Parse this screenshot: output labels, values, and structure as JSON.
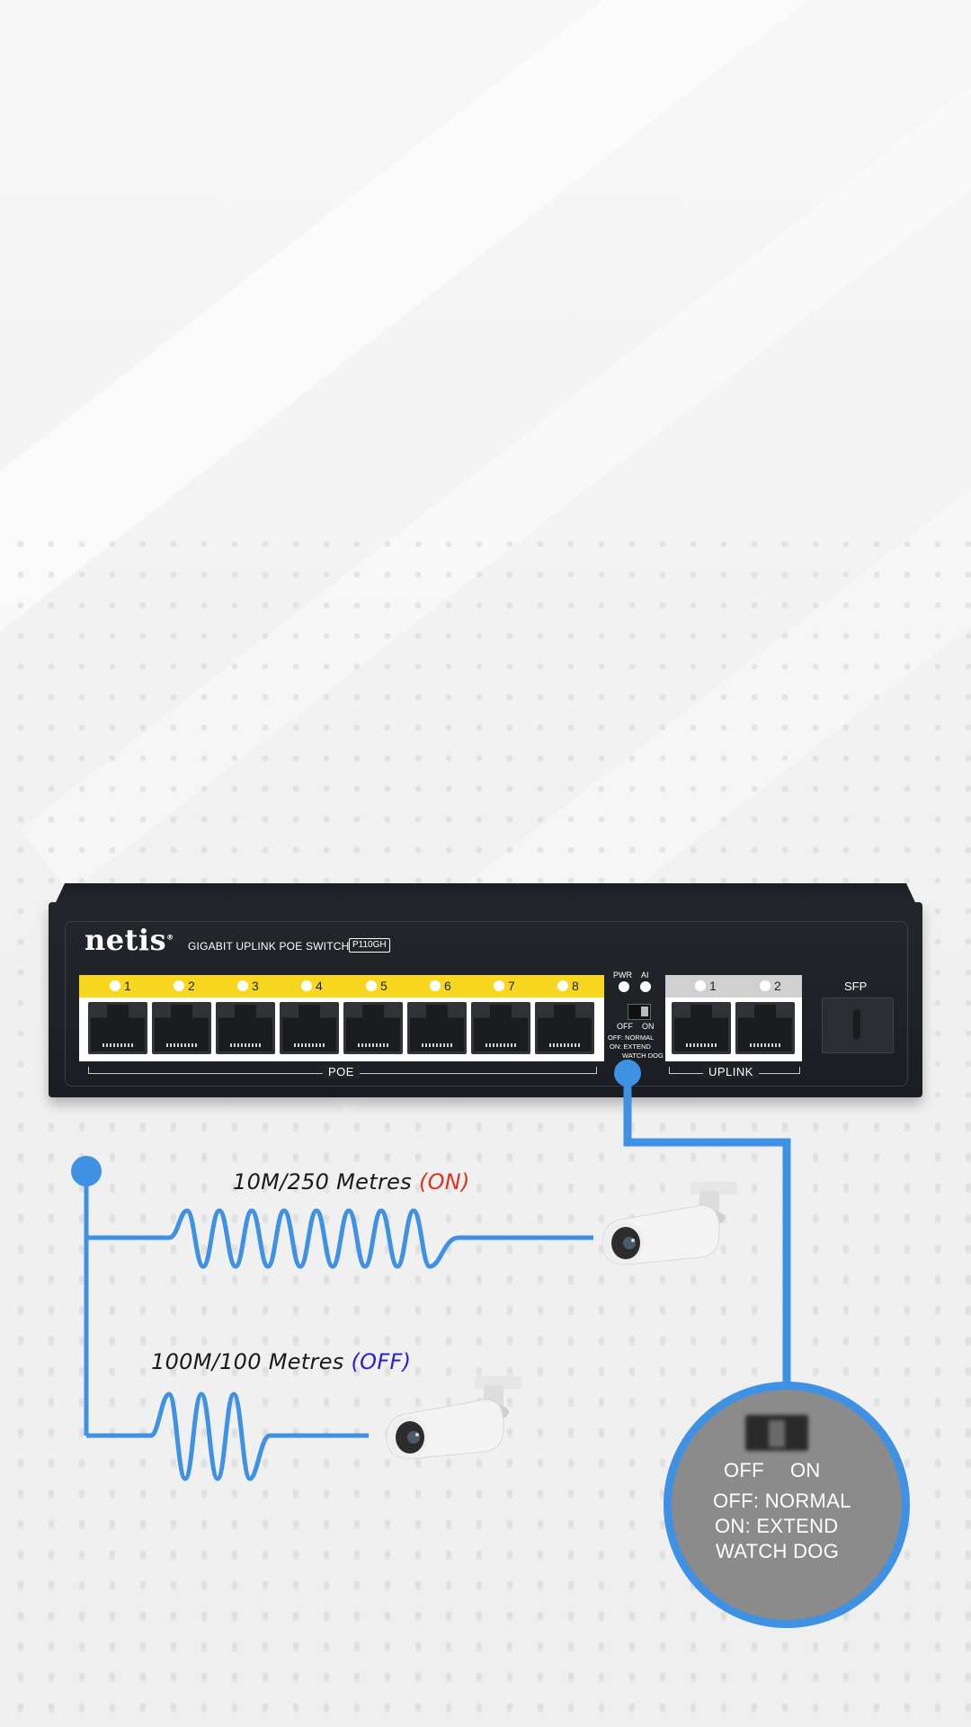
{
  "switch": {
    "brand": "netis",
    "brand_mark": "®",
    "subtitle": "GIGABIT UPLINK POE SWITCH",
    "model": "P110GH",
    "poe_ports": [
      "1",
      "2",
      "3",
      "4",
      "5",
      "6",
      "7",
      "8"
    ],
    "poe_label": "POE",
    "indicators": {
      "pwr": "PWR",
      "ai": "AI"
    },
    "dip_small": {
      "off": "OFF",
      "on": "ON"
    },
    "dip_legend": {
      "line1": "OFF: NORMAL",
      "line2": "ON: EXTEND",
      "line3": "WATCH DOG"
    },
    "uplink_ports": [
      "1",
      "2"
    ],
    "uplink_label": "UPLINK",
    "sfp_label": "SFP",
    "colors": {
      "poe_strip": "#f7d81f",
      "body": "#1f2327",
      "cable": "#3e91e3"
    }
  },
  "links": [
    {
      "speed": "10M/250 Metres",
      "mode": "(ON)",
      "mode_color": "#e2321c",
      "device": "bullet-camera-icon"
    },
    {
      "speed": "100M/100 Metres",
      "mode": "(OFF)",
      "mode_color": "#2a1fcf",
      "device": "bullet-camera-icon"
    }
  ],
  "callout": {
    "off": "OFF",
    "on": "ON",
    "line1": "OFF: NORMAL",
    "line2": "ON: EXTEND",
    "line3": "WATCH DOG"
  }
}
